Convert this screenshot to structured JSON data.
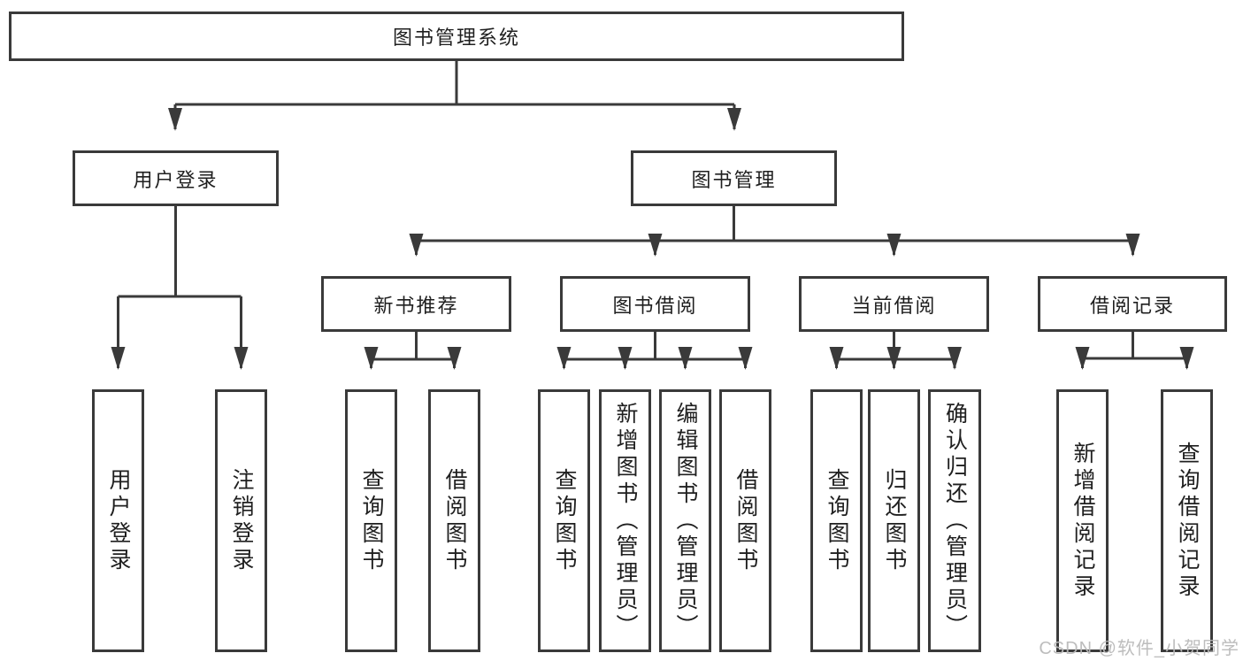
{
  "tree": {
    "root": "图书管理系统",
    "level2": [
      "用户登录",
      "图书管理"
    ],
    "level3": [
      "新书推荐",
      "图书借阅",
      "当前借阅",
      "借阅记录"
    ],
    "leaves": {
      "user_login": [
        "用户登录",
        "注销登录"
      ],
      "new_book": [
        "查询图书",
        "借阅图书"
      ],
      "book_borrow": [
        "查询图书",
        "新增图书（管理员）",
        "编辑图书（管理员）",
        "借阅图书"
      ],
      "current_borrow": [
        "查询图书",
        "归还图书",
        "确认归还（管理员）"
      ],
      "borrow_record": [
        "新增借阅记录",
        "查询借阅记录"
      ]
    }
  },
  "watermark": "CSDN @软件_小贺同学",
  "colors": {
    "line": "#3a3a3a",
    "box_border": "#3a3a3a",
    "text": "#1f1f1f",
    "background": "#ffffff",
    "watermark_text": "#b9b9b9"
  }
}
